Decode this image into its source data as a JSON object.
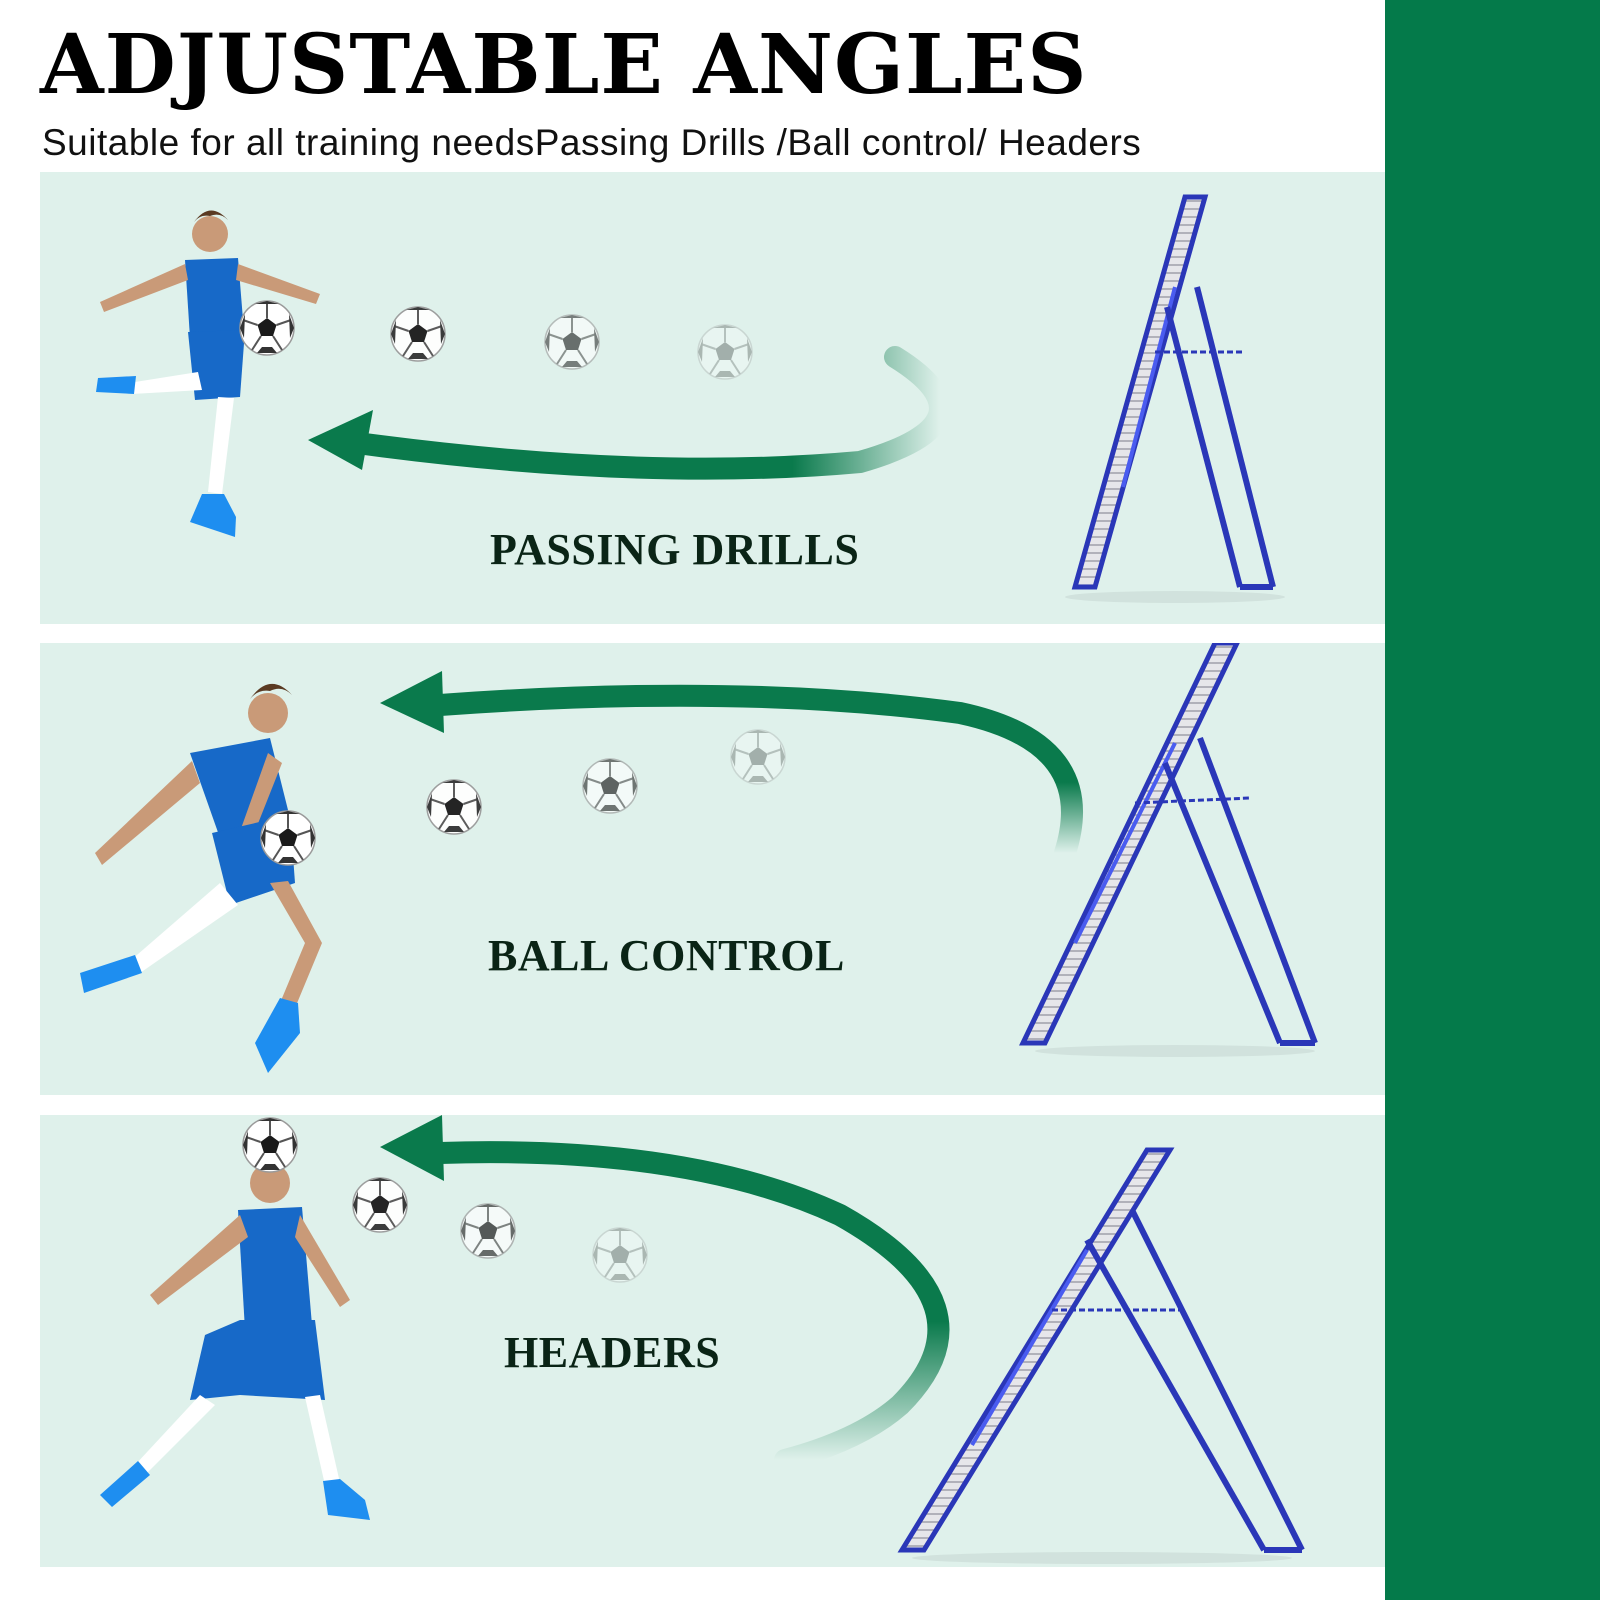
{
  "header": {
    "title": "ADJUSTABLE ANGLES",
    "subtitle": "Suitable for all training needsPassing Drills /Ball control/ Headers"
  },
  "panels": [
    {
      "label": "PASSING DRILLS"
    },
    {
      "label": "BALL CONTROL"
    },
    {
      "label": "HEADERS"
    }
  ],
  "colors": {
    "accent_green": "#047a4a",
    "panel_bg": "#dff1eb",
    "arrow_green": "#0a7a4c",
    "rebounder_blue": "#2a37b8",
    "jersey_blue": "#1769c8"
  },
  "icons": [
    "soccer-player",
    "soccer-ball-icon",
    "curved-arrow-icon",
    "rebounder-net"
  ]
}
